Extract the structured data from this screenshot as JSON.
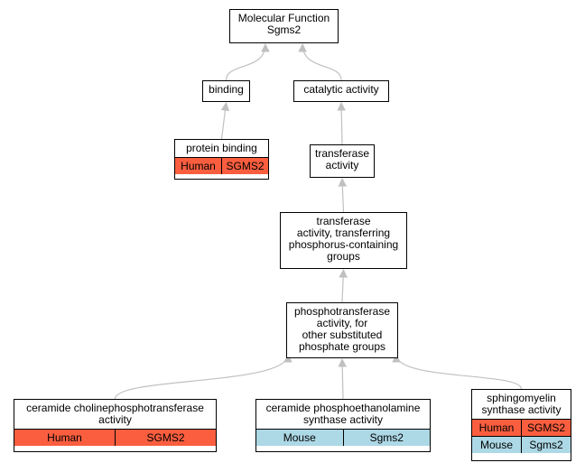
{
  "colors": {
    "human": "#fa5e3f",
    "mouse": "#add8e6",
    "edge": "#c0c0c0"
  },
  "nodes": {
    "root": {
      "lines": [
        "Molecular Function",
        "Sgms2"
      ]
    },
    "binding": {
      "lines": [
        "binding"
      ]
    },
    "catalytic": {
      "lines": [
        "catalytic activity"
      ]
    },
    "protein_binding": {
      "lines": [
        "protein binding"
      ],
      "annotations": [
        {
          "species": "Human",
          "gene": "SGMS2"
        }
      ]
    },
    "transferase": {
      "lines": [
        "transferase",
        "activity"
      ]
    },
    "transferase_p": {
      "lines": [
        "transferase",
        "activity, transferring",
        "phosphorus-containing",
        "groups"
      ]
    },
    "phosphotransferase": {
      "lines": [
        "phosphotransferase",
        "activity, for",
        "other substituted",
        "phosphate groups"
      ]
    },
    "ceramide_choline": {
      "lines": [
        "ceramide cholinephosphotransferase",
        "activity"
      ],
      "annotations": [
        {
          "species": "Human",
          "gene": "SGMS2"
        }
      ]
    },
    "ceramide_ethanolamine": {
      "lines": [
        "ceramide phosphoethanolamine",
        "synthase activity"
      ],
      "annotations": [
        {
          "species": "Mouse",
          "gene": "Sgms2"
        }
      ]
    },
    "sphingomyelin": {
      "lines": [
        "sphingomyelin",
        "synthase activity"
      ],
      "annotations": [
        {
          "species": "Human",
          "gene": "SGMS2"
        },
        {
          "species": "Mouse",
          "gene": "Sgms2"
        }
      ]
    }
  },
  "edges": [
    {
      "from": "binding",
      "to": "root"
    },
    {
      "from": "catalytic",
      "to": "root"
    },
    {
      "from": "protein_binding",
      "to": "binding"
    },
    {
      "from": "transferase",
      "to": "catalytic"
    },
    {
      "from": "transferase_p",
      "to": "transferase"
    },
    {
      "from": "phosphotransferase",
      "to": "transferase_p"
    },
    {
      "from": "ceramide_choline",
      "to": "phosphotransferase"
    },
    {
      "from": "ceramide_ethanolamine",
      "to": "phosphotransferase"
    },
    {
      "from": "sphingomyelin",
      "to": "phosphotransferase"
    }
  ]
}
